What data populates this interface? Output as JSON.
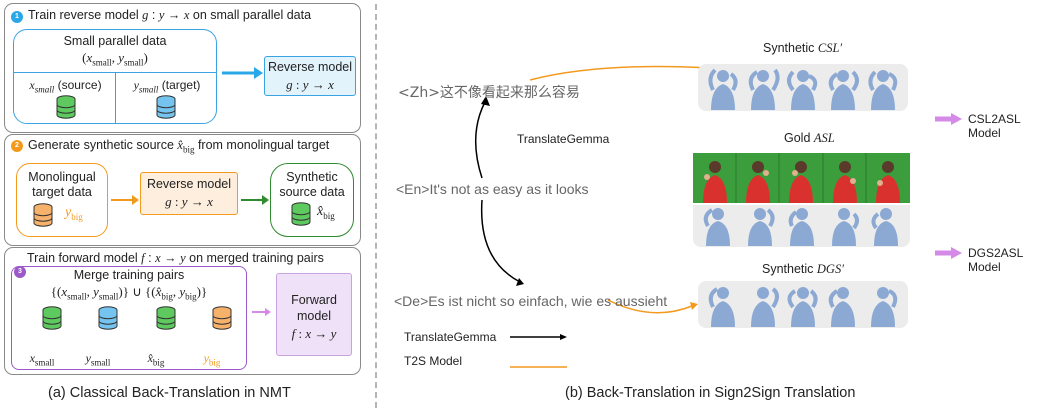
{
  "left": {
    "step1": {
      "badge": "1",
      "title": "Train reverse model g : y → x on small parallel data",
      "data_box_title": "Small parallel data",
      "data_box_pair": "(x_small, y_small)",
      "source_label": "x_small (source)",
      "target_label": "y_small (target)",
      "model_title": "Reverse model",
      "model_func": "g : y → x"
    },
    "step2": {
      "badge": "2",
      "title": "Generate synthetic source x̂_big from monolingual target",
      "mono_line1": "Monolingual",
      "mono_line2": "target data",
      "mono_var": "y_big",
      "model_title": "Reverse model",
      "model_func": "g : y → x",
      "synth_line1": "Synthetic",
      "synth_line2": "source data",
      "synth_var": "x̂_big"
    },
    "step3": {
      "badge": "3",
      "title": "Train forward model f : x → y on merged training pairs",
      "merge_title": "Merge training pairs",
      "merge_formula": "{(x_small, y_small)} ∪ {(x̂_big, y_big)}",
      "items": [
        "x_small",
        "y_small",
        "x̂_big",
        "y_big"
      ],
      "model_line1": "Forward",
      "model_line2": "model",
      "model_func": "f : x → y"
    },
    "caption": "(a) Classical Back-Translation in NMT"
  },
  "right": {
    "zh_line": "<Zh>这不像看起来那么容易",
    "en_line": "<En>It's not as easy as it looks",
    "de_line": "<De>Es ist nicht so einfach, wie es aussieht",
    "translategemma_label": "TranslateGemma",
    "synthetic_csl": "Synthetic CSL′",
    "gold_asl": "Gold ASL",
    "synthetic_dgs": "Synthetic DGS′",
    "csl2asl_model": "CSL2ASL Model",
    "dgs2asl_model": "DGS2ASL Model",
    "legend": [
      {
        "label": "TranslateGemma",
        "color": "#000000"
      },
      {
        "label": "T2S Model",
        "color": "#f39a1e"
      }
    ],
    "caption": "(b) Back-Translation in Sign2Sign Translation"
  },
  "colors": {
    "blue": "#3aa3e3",
    "orange": "#f39a1e",
    "green": "#2e8b2e",
    "purple": "#9b59c9",
    "db_green": "#5ec95e",
    "db_blue": "#74c4ef",
    "db_orange": "#f6b26b",
    "avatar": "#8ca9d4",
    "green_screen": "#3c9d3c",
    "arrow_purple": "#d58ae8"
  }
}
